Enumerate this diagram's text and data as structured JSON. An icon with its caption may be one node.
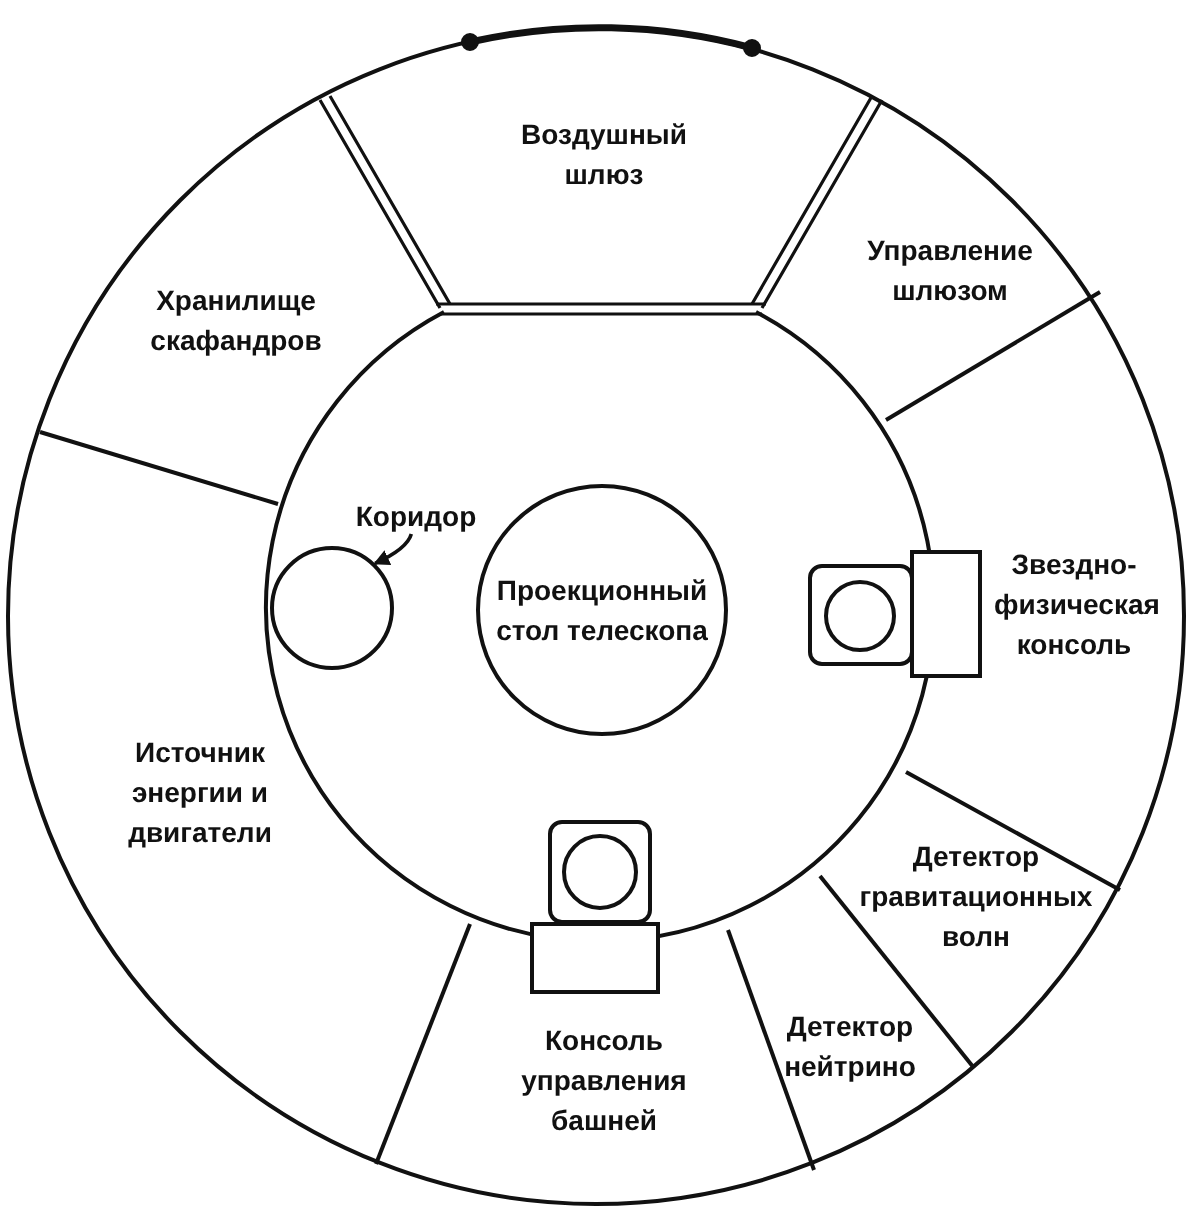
{
  "diagram": {
    "nodes": [
      {
        "text": [
          "Коридор"
        ]
      },
      {
        "text": [],
        "shape": "circle"
      },
      {
        "text": [
          "Проекционный стол телескопа"
        ]
      }
    ],
    "edges": [
      {
        "from": 0,
        "to": 1,
        "arrow": "to"
      }
    ],
    "labels": [
      "Воздушный шлюз",
      "Управление шлюзом",
      "Хранилище скафандров",
      "Звездно-физическая консоль",
      "Источник энергии и двигатели",
      "Детектор гравитационных волн",
      "Детектор нейтрино",
      "Консоль управления башней"
    ]
  }
}
